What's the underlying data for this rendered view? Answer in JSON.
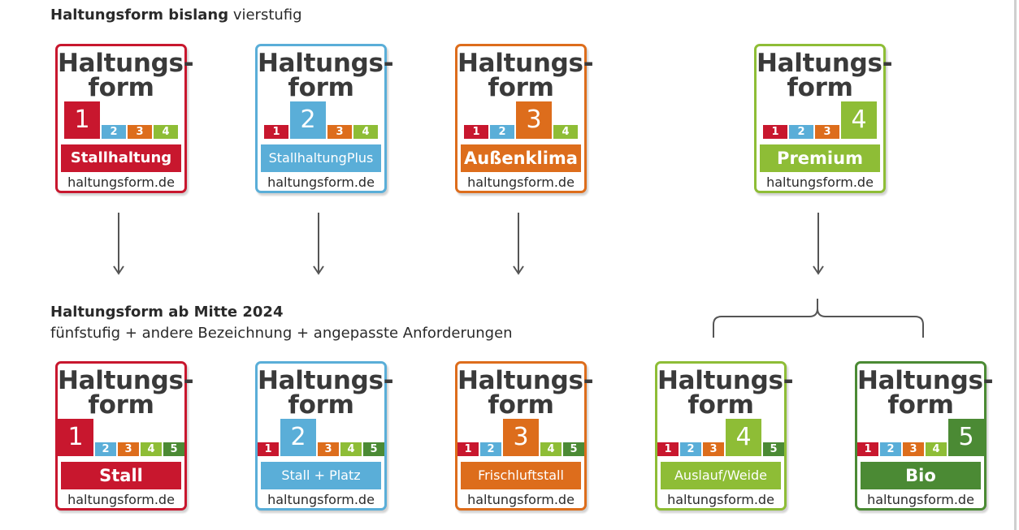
{
  "colors": {
    "level1": "#c8172e",
    "level2": "#5aaed8",
    "level3": "#dd6d1c",
    "level4": "#8ebd36",
    "level5": "#4b8a34",
    "text": "#2a2a2a"
  },
  "top_heading": {
    "bold": "Haltungsform bislang",
    "normal": " vierstufig"
  },
  "bottom_heading": {
    "line1": "Haltungsform ab Mitte 2024",
    "line2": "fünfstufig + andere Bezeichnung + angepasste Anforderungen"
  },
  "title_line1": "Haltungs-",
  "title_line2": "form",
  "url": "haltungsform.de",
  "old_labels": [
    {
      "level": "1",
      "steps": [
        "1",
        "2",
        "3",
        "4"
      ],
      "name": "Stallhaltung"
    },
    {
      "level": "2",
      "steps": [
        "1",
        "2",
        "3",
        "4"
      ],
      "name": "StallhaltungPlus"
    },
    {
      "level": "3",
      "steps": [
        "1",
        "2",
        "3",
        "4"
      ],
      "name": "Außenklima"
    },
    {
      "level": "4",
      "steps": [
        "1",
        "2",
        "3",
        "4"
      ],
      "name": "Premium"
    }
  ],
  "new_labels": [
    {
      "level": "1",
      "steps": [
        "1",
        "2",
        "3",
        "4",
        "5"
      ],
      "name": "Stall"
    },
    {
      "level": "2",
      "steps": [
        "1",
        "2",
        "3",
        "4",
        "5"
      ],
      "name": "Stall + Platz"
    },
    {
      "level": "3",
      "steps": [
        "1",
        "2",
        "3",
        "4",
        "5"
      ],
      "name": "Frischluftstall"
    },
    {
      "level": "4",
      "steps": [
        "1",
        "2",
        "3",
        "4",
        "5"
      ],
      "name": "Auslauf/Weide"
    },
    {
      "level": "5",
      "steps": [
        "1",
        "2",
        "3",
        "4",
        "5"
      ],
      "name": "Bio"
    }
  ]
}
